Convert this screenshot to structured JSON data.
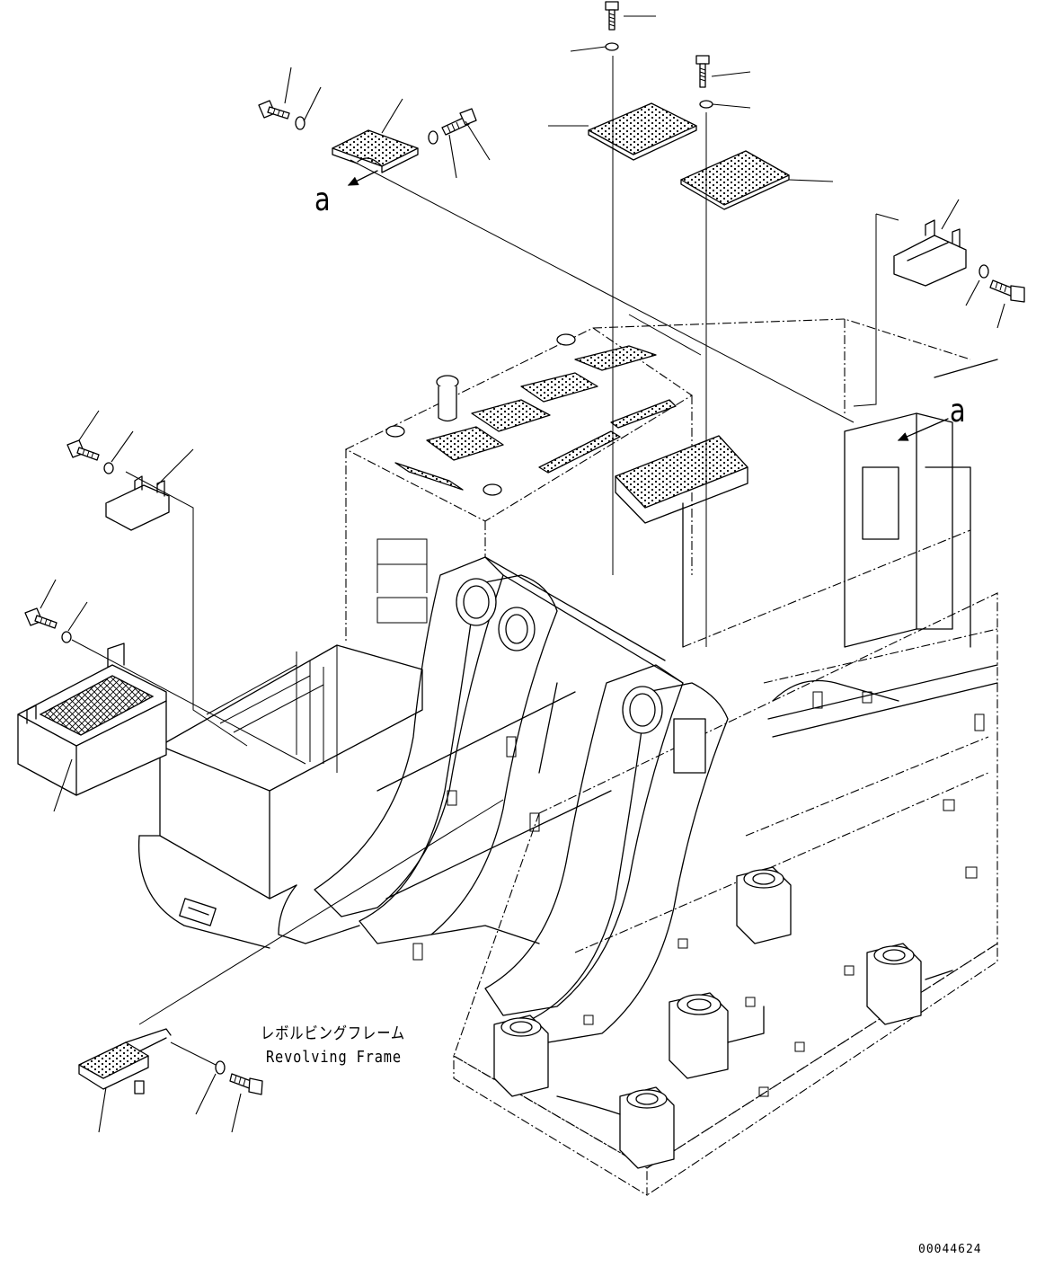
{
  "labels": {
    "view_ref_left": "a",
    "view_ref_right": "a",
    "frame_caption_jp": "レボルビングフレーム",
    "frame_caption_en": "Revolving Frame",
    "drawing_number": "00044624"
  }
}
